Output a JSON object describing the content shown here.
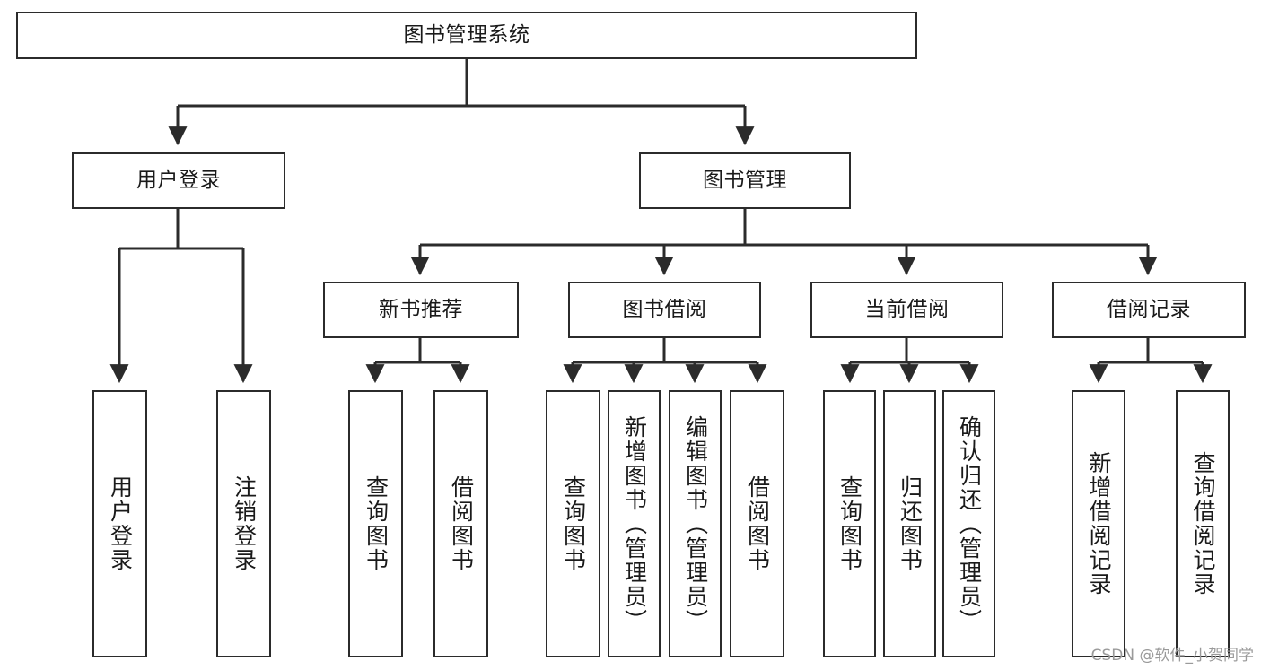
{
  "diagram": {
    "type": "tree-diagram",
    "title": "图书管理系统",
    "watermark": "CSDN @软件_小贺同学",
    "nodes": {
      "root": {
        "label": "图书管理系统"
      },
      "level1": [
        {
          "id": "user-login",
          "label": "用户登录"
        },
        {
          "id": "book-manage",
          "label": "图书管理"
        }
      ],
      "level2": [
        {
          "id": "new-book-recommend",
          "label": "新书推荐"
        },
        {
          "id": "book-borrow",
          "label": "图书借阅"
        },
        {
          "id": "current-borrow",
          "label": "当前借阅"
        },
        {
          "id": "borrow-record",
          "label": "借阅记录"
        }
      ],
      "leaves": [
        {
          "id": "leaf-user-login",
          "label": "用户登录",
          "parent": "user-login"
        },
        {
          "id": "leaf-user-logout",
          "label": "注销登录",
          "parent": "user-login"
        },
        {
          "id": "leaf-query-book-1",
          "label": "查询图书",
          "parent": "new-book-recommend"
        },
        {
          "id": "leaf-borrow-book-1",
          "label": "借阅图书",
          "parent": "new-book-recommend"
        },
        {
          "id": "leaf-query-book-2",
          "label": "查询图书",
          "parent": "book-borrow"
        },
        {
          "id": "leaf-add-book",
          "label": "新增图书（管理员）",
          "parent": "book-borrow"
        },
        {
          "id": "leaf-edit-book",
          "label": "编辑图书（管理员）",
          "parent": "book-borrow"
        },
        {
          "id": "leaf-borrow-book-2",
          "label": "借阅图书",
          "parent": "book-borrow"
        },
        {
          "id": "leaf-query-book-3",
          "label": "查询图书",
          "parent": "current-borrow"
        },
        {
          "id": "leaf-return-book",
          "label": "归还图书",
          "parent": "current-borrow"
        },
        {
          "id": "leaf-confirm-return",
          "label": "确认归还（管理员）",
          "parent": "current-borrow"
        },
        {
          "id": "leaf-add-record",
          "label": "新增借阅记录",
          "parent": "borrow-record"
        },
        {
          "id": "leaf-query-record",
          "label": "查询借阅记录",
          "parent": "borrow-record"
        }
      ]
    },
    "colors": {
      "stroke": "#2b2b2b",
      "fill": "#ffffff",
      "text": "#1a1a1a",
      "watermark": "#9a9a9a"
    }
  }
}
